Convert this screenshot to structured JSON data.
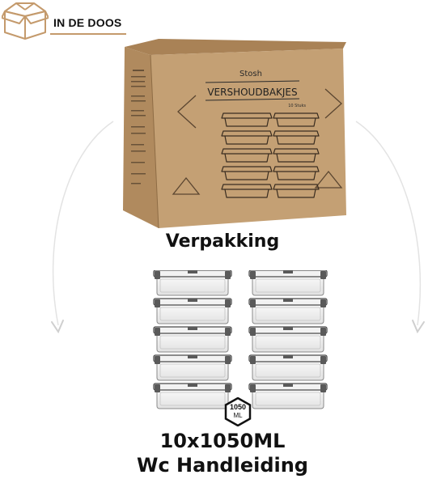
{
  "brand": {
    "logo_text": "IN DE DOOS",
    "logo_icon": "open-box-icon",
    "accent_color": "#c49a6c"
  },
  "box": {
    "brand_name": "Stosh",
    "product_name": "VERSHOUDBAKJES",
    "count_note": "10 Stuks",
    "color": "#c4a074"
  },
  "packaging_label": "Verpakking",
  "capacity_badge": {
    "value": "1050",
    "unit": "ML"
  },
  "product_line": "10x1050ML",
  "manual_line": "Wc Handleiding"
}
